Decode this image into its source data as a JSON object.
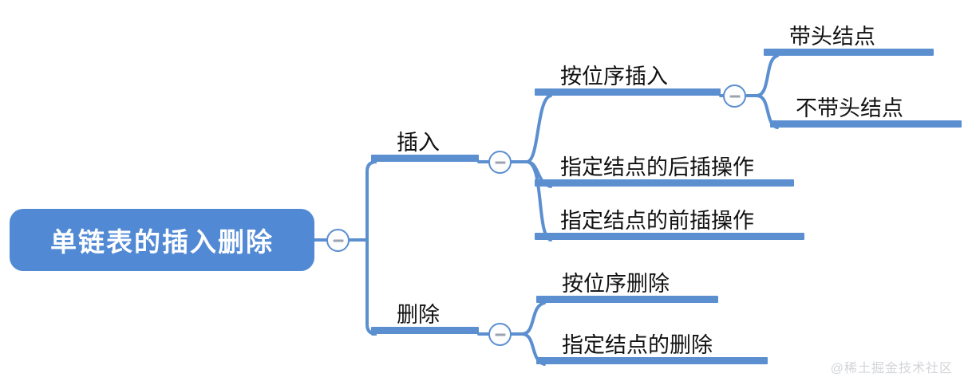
{
  "map": {
    "root": {
      "label": "单链表的插入删除",
      "toggle_icon": "collapse-minus-icon"
    },
    "branches": [
      {
        "id": "insert",
        "label": "插入",
        "toggle_icon": "collapse-minus-icon",
        "children": [
          {
            "id": "insert-by-position",
            "label": "按位序插入",
            "toggle_icon": "collapse-minus-icon",
            "children": [
              {
                "id": "with-head-node",
                "label": "带头结点"
              },
              {
                "id": "without-head-node",
                "label": "不带头结点"
              }
            ]
          },
          {
            "id": "insert-after-node",
            "label": "指定结点的后插操作",
            "children": []
          },
          {
            "id": "insert-before-node",
            "label": "指定结点的前插操作",
            "children": []
          }
        ]
      },
      {
        "id": "delete",
        "label": "删除",
        "toggle_icon": "collapse-minus-icon",
        "children": [
          {
            "id": "delete-by-position",
            "label": "按位序删除",
            "children": []
          },
          {
            "id": "delete-specified-node",
            "label": "指定结点的删除",
            "children": []
          }
        ]
      }
    ]
  },
  "watermark": {
    "text": "@稀土掘金技术社区"
  },
  "colors": {
    "node_fill": "#5189d4",
    "bar": "#5b8fd0",
    "connector": "#5b8fd0",
    "text": "#111111",
    "root_text": "#ffffff",
    "watermark": "#d2d4d8",
    "background": "#ffffff"
  }
}
